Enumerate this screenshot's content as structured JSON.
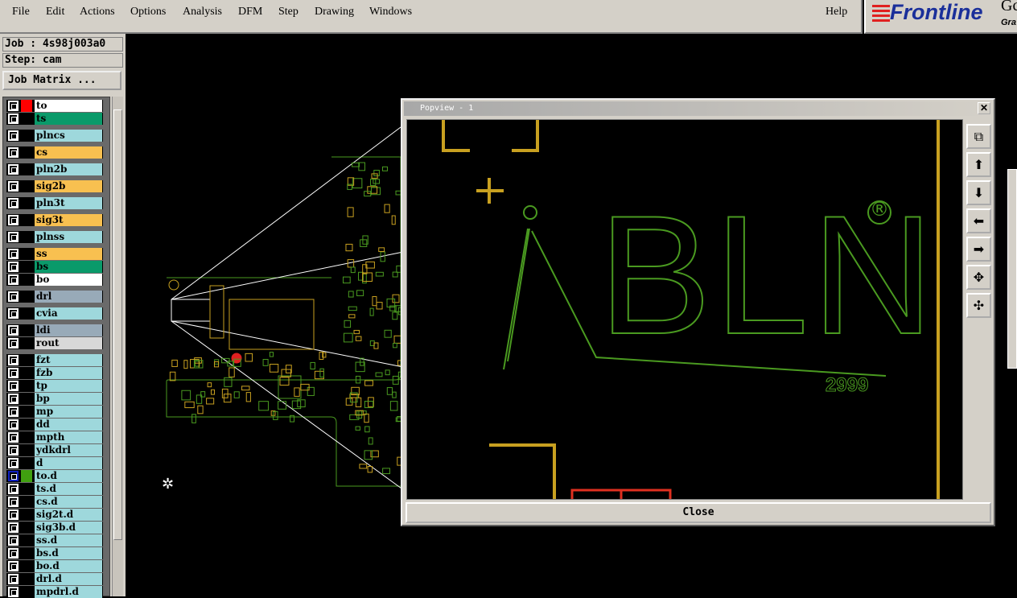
{
  "menu": [
    "File",
    "Edit",
    "Actions",
    "Options",
    "Analysis",
    "DFM",
    "Step",
    "Drawing",
    "Windows"
  ],
  "help": "Help",
  "logo": {
    "brand": "Frontline",
    "tag1": "Gc",
    "tag2": "Gra"
  },
  "job": "Job : 4s98j003a0",
  "step": "Step: cam",
  "job_matrix": "Job Matrix ...",
  "layers": [
    {
      "name": "to",
      "color": "#ffffff",
      "swatch": "#ff0000"
    },
    {
      "name": "ts",
      "color": "#0a9a6a"
    },
    {
      "name": "plncs",
      "color": "#9ed8dc",
      "gap": true
    },
    {
      "name": "cs",
      "color": "#f8c050",
      "gap": true
    },
    {
      "name": "pln2b",
      "color": "#9ed8dc",
      "gap": true
    },
    {
      "name": "sig2b",
      "color": "#f8c050",
      "gap": true
    },
    {
      "name": "pln3t",
      "color": "#9ed8dc",
      "gap": true
    },
    {
      "name": "sig3t",
      "color": "#f8c050",
      "gap": true
    },
    {
      "name": "plnss",
      "color": "#9ed8dc",
      "gap": true
    },
    {
      "name": "ss",
      "color": "#f8c050",
      "gap": true
    },
    {
      "name": "bs",
      "color": "#0a9a6a"
    },
    {
      "name": "bo",
      "color": "#ffffff"
    },
    {
      "name": "drl",
      "color": "#98aab8",
      "gap": true
    },
    {
      "name": "cvia",
      "color": "#9ed8dc",
      "gap": true
    },
    {
      "name": "ldi",
      "color": "#98aab8",
      "gap": true
    },
    {
      "name": "rout",
      "color": "#d8d8d8"
    },
    {
      "name": "fzt",
      "color": "#9ed8dc",
      "gap": true
    },
    {
      "name": "fzb",
      "color": "#9ed8dc"
    },
    {
      "name": "tp",
      "color": "#9ed8dc"
    },
    {
      "name": "bp",
      "color": "#9ed8dc"
    },
    {
      "name": "mp",
      "color": "#9ed8dc"
    },
    {
      "name": "dd",
      "color": "#9ed8dc"
    },
    {
      "name": "mpth",
      "color": "#9ed8dc"
    },
    {
      "name": "ydkdrl",
      "color": "#9ed8dc"
    },
    {
      "name": "d",
      "color": "#9ed8dc"
    },
    {
      "name": "to.d",
      "color": "#9ed8dc",
      "swatch": "#40a010",
      "active": true
    },
    {
      "name": "ts.d",
      "color": "#9ed8dc"
    },
    {
      "name": "cs.d",
      "color": "#9ed8dc"
    },
    {
      "name": "sig2t.d",
      "color": "#9ed8dc"
    },
    {
      "name": "sig3b.d",
      "color": "#9ed8dc"
    },
    {
      "name": "ss.d",
      "color": "#9ed8dc"
    },
    {
      "name": "bs.d",
      "color": "#9ed8dc"
    },
    {
      "name": "bo.d",
      "color": "#9ed8dc"
    },
    {
      "name": "drl.d",
      "color": "#9ed8dc"
    },
    {
      "name": "mpdrl.d",
      "color": "#9ed8dc"
    }
  ],
  "popview": {
    "title": "Popview - 1",
    "logo_text": "BLN",
    "logo_number": "2999",
    "registered": "®",
    "close": "Close",
    "tools": [
      "pan-window-icon",
      "pan-up-icon",
      "pan-down-icon",
      "pan-left-icon",
      "pan-right-icon",
      "zoom-in-icon",
      "zoom-out-icon"
    ]
  },
  "colors": {
    "pad": "#c8a020",
    "outline": "#4a9a20"
  }
}
